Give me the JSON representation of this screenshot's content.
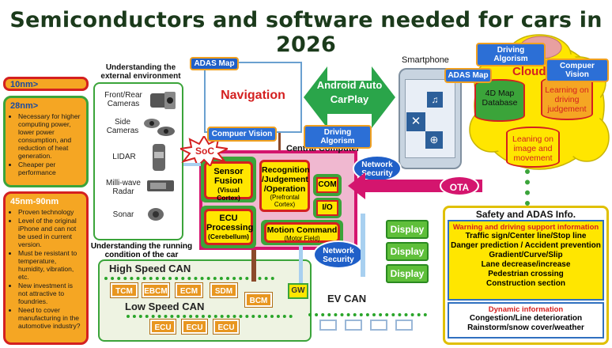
{
  "title": "Semiconductors and software needed for cars in 2026",
  "left_panel": {
    "node10": "10nm>",
    "node28": {
      "head": "28nm>",
      "items": [
        "Necessary for higher computing power, lower power consumption, and reduction of heat generation.",
        "Cheaper per performance"
      ]
    },
    "node45": {
      "head": "45nm-90nm",
      "items": [
        "Proven technology",
        "Level of the original iPhone and can not be used in current version.",
        "Must be resistant to temperature, humidity, vibration, etc.",
        "New investment is not attractive to foundries.",
        "Need to cover manufacturing in the automotive industry?"
      ]
    }
  },
  "sensors": {
    "header": "Understanding the external environment",
    "items": [
      "Front/Rear Cameras",
      "Side Cameras",
      "LIDAR",
      "Milli-wave Radar",
      "Sonar"
    ],
    "running": "Understanding the running condition of the car"
  },
  "tags": {
    "adas_map": "ADAS Map",
    "computer_vision": "Compuer Vision",
    "driving_algorism": "Driving Algorism",
    "soc": "SoC"
  },
  "navigation": "Navigation",
  "android": {
    "line1": "Android Auto",
    "line2": "CarPlay"
  },
  "smartphone": "Smartphone",
  "central_computer": "Central Computer",
  "modules": {
    "sensor_fusion": {
      "title": "Sensor Fusion",
      "sub": "(Visual Cortex)"
    },
    "recognition": {
      "title": "Recognition /Judgement /Operation",
      "sub": "(Prefrontal Cortex)"
    },
    "ecu_processing": {
      "title": "ECU Processing",
      "sub": "(Cerebellum)"
    },
    "motion": {
      "title": "Motion Command",
      "sub": "(Motor Field)"
    },
    "com": "COM",
    "io": "I/O"
  },
  "network_security": "Network Security",
  "ota": "OTA",
  "cloud": {
    "label": "Cloud",
    "db_4d": "4D Map Database",
    "db_learn": "Learning on driving judgement",
    "db_image": "Leaning on image and movement"
  },
  "displays": [
    "Display",
    "Display",
    "Display"
  ],
  "can": {
    "high_speed": "High Speed CAN",
    "low_speed": "Low Speed CAN",
    "ev_can": "EV CAN",
    "high_ecus": [
      "TCM",
      "EBCM",
      "ECM",
      "SDM"
    ],
    "bcm": "BCM",
    "gw": "GW",
    "low_ecus": [
      "ECU",
      "ECU",
      "ECU"
    ]
  },
  "safety": {
    "title": "Safety and ADAS Info.",
    "warning_head": "Warning and driving support information",
    "warning_items": [
      "Traffic sign/Center line/Stop line",
      "Danger prediction / Accident prevention",
      "Gradient/Curve/Slip",
      "Lane decrease/increase",
      "Pedestrian crossing",
      "Construction section"
    ],
    "dynamic_head": "Dynamic information",
    "dynamic_items": [
      "Congestion/Line deterioration",
      "Rainstorm/snow cover/weather"
    ]
  },
  "colors": {
    "red_border": "#d42020",
    "orange_fill": "#f5a623",
    "green_fill": "#3ba43a",
    "blue_tag": "#2c6fd6",
    "yellow": "#ffe600",
    "magenta": "#d4156e"
  }
}
